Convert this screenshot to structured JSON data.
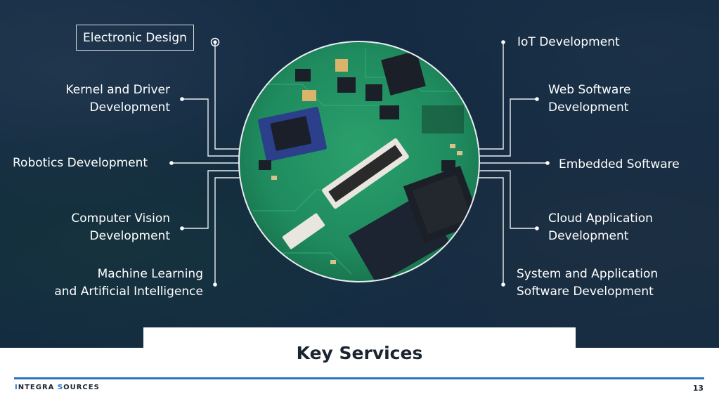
{
  "services_left": [
    {
      "lines": [
        "Electronic Design"
      ]
    },
    {
      "lines": [
        "Kernel and Driver",
        "Development"
      ]
    },
    {
      "lines": [
        "Robotics Development"
      ]
    },
    {
      "lines": [
        "Computer Vision",
        "Development"
      ]
    },
    {
      "lines": [
        "Machine Learning",
        "and Artificial Intelligence"
      ]
    }
  ],
  "services_right": [
    {
      "lines": [
        "IoT Development"
      ]
    },
    {
      "lines": [
        "Web Software",
        "Development"
      ]
    },
    {
      "lines": [
        "Embedded Software"
      ]
    },
    {
      "lines": [
        "Cloud Application",
        "Development"
      ]
    },
    {
      "lines": [
        "System and Application",
        "Software Development"
      ]
    }
  ],
  "title": "Key Services",
  "logo": {
    "first_letter": "I",
    "first_rest": "NTEGRA ",
    "second_letter": "S",
    "second_rest": "OURCES"
  },
  "page_number": "13",
  "colors": {
    "accent": "#2a72c4",
    "pcb_green": "#1f8a5e",
    "dark_text": "#1c2430"
  }
}
